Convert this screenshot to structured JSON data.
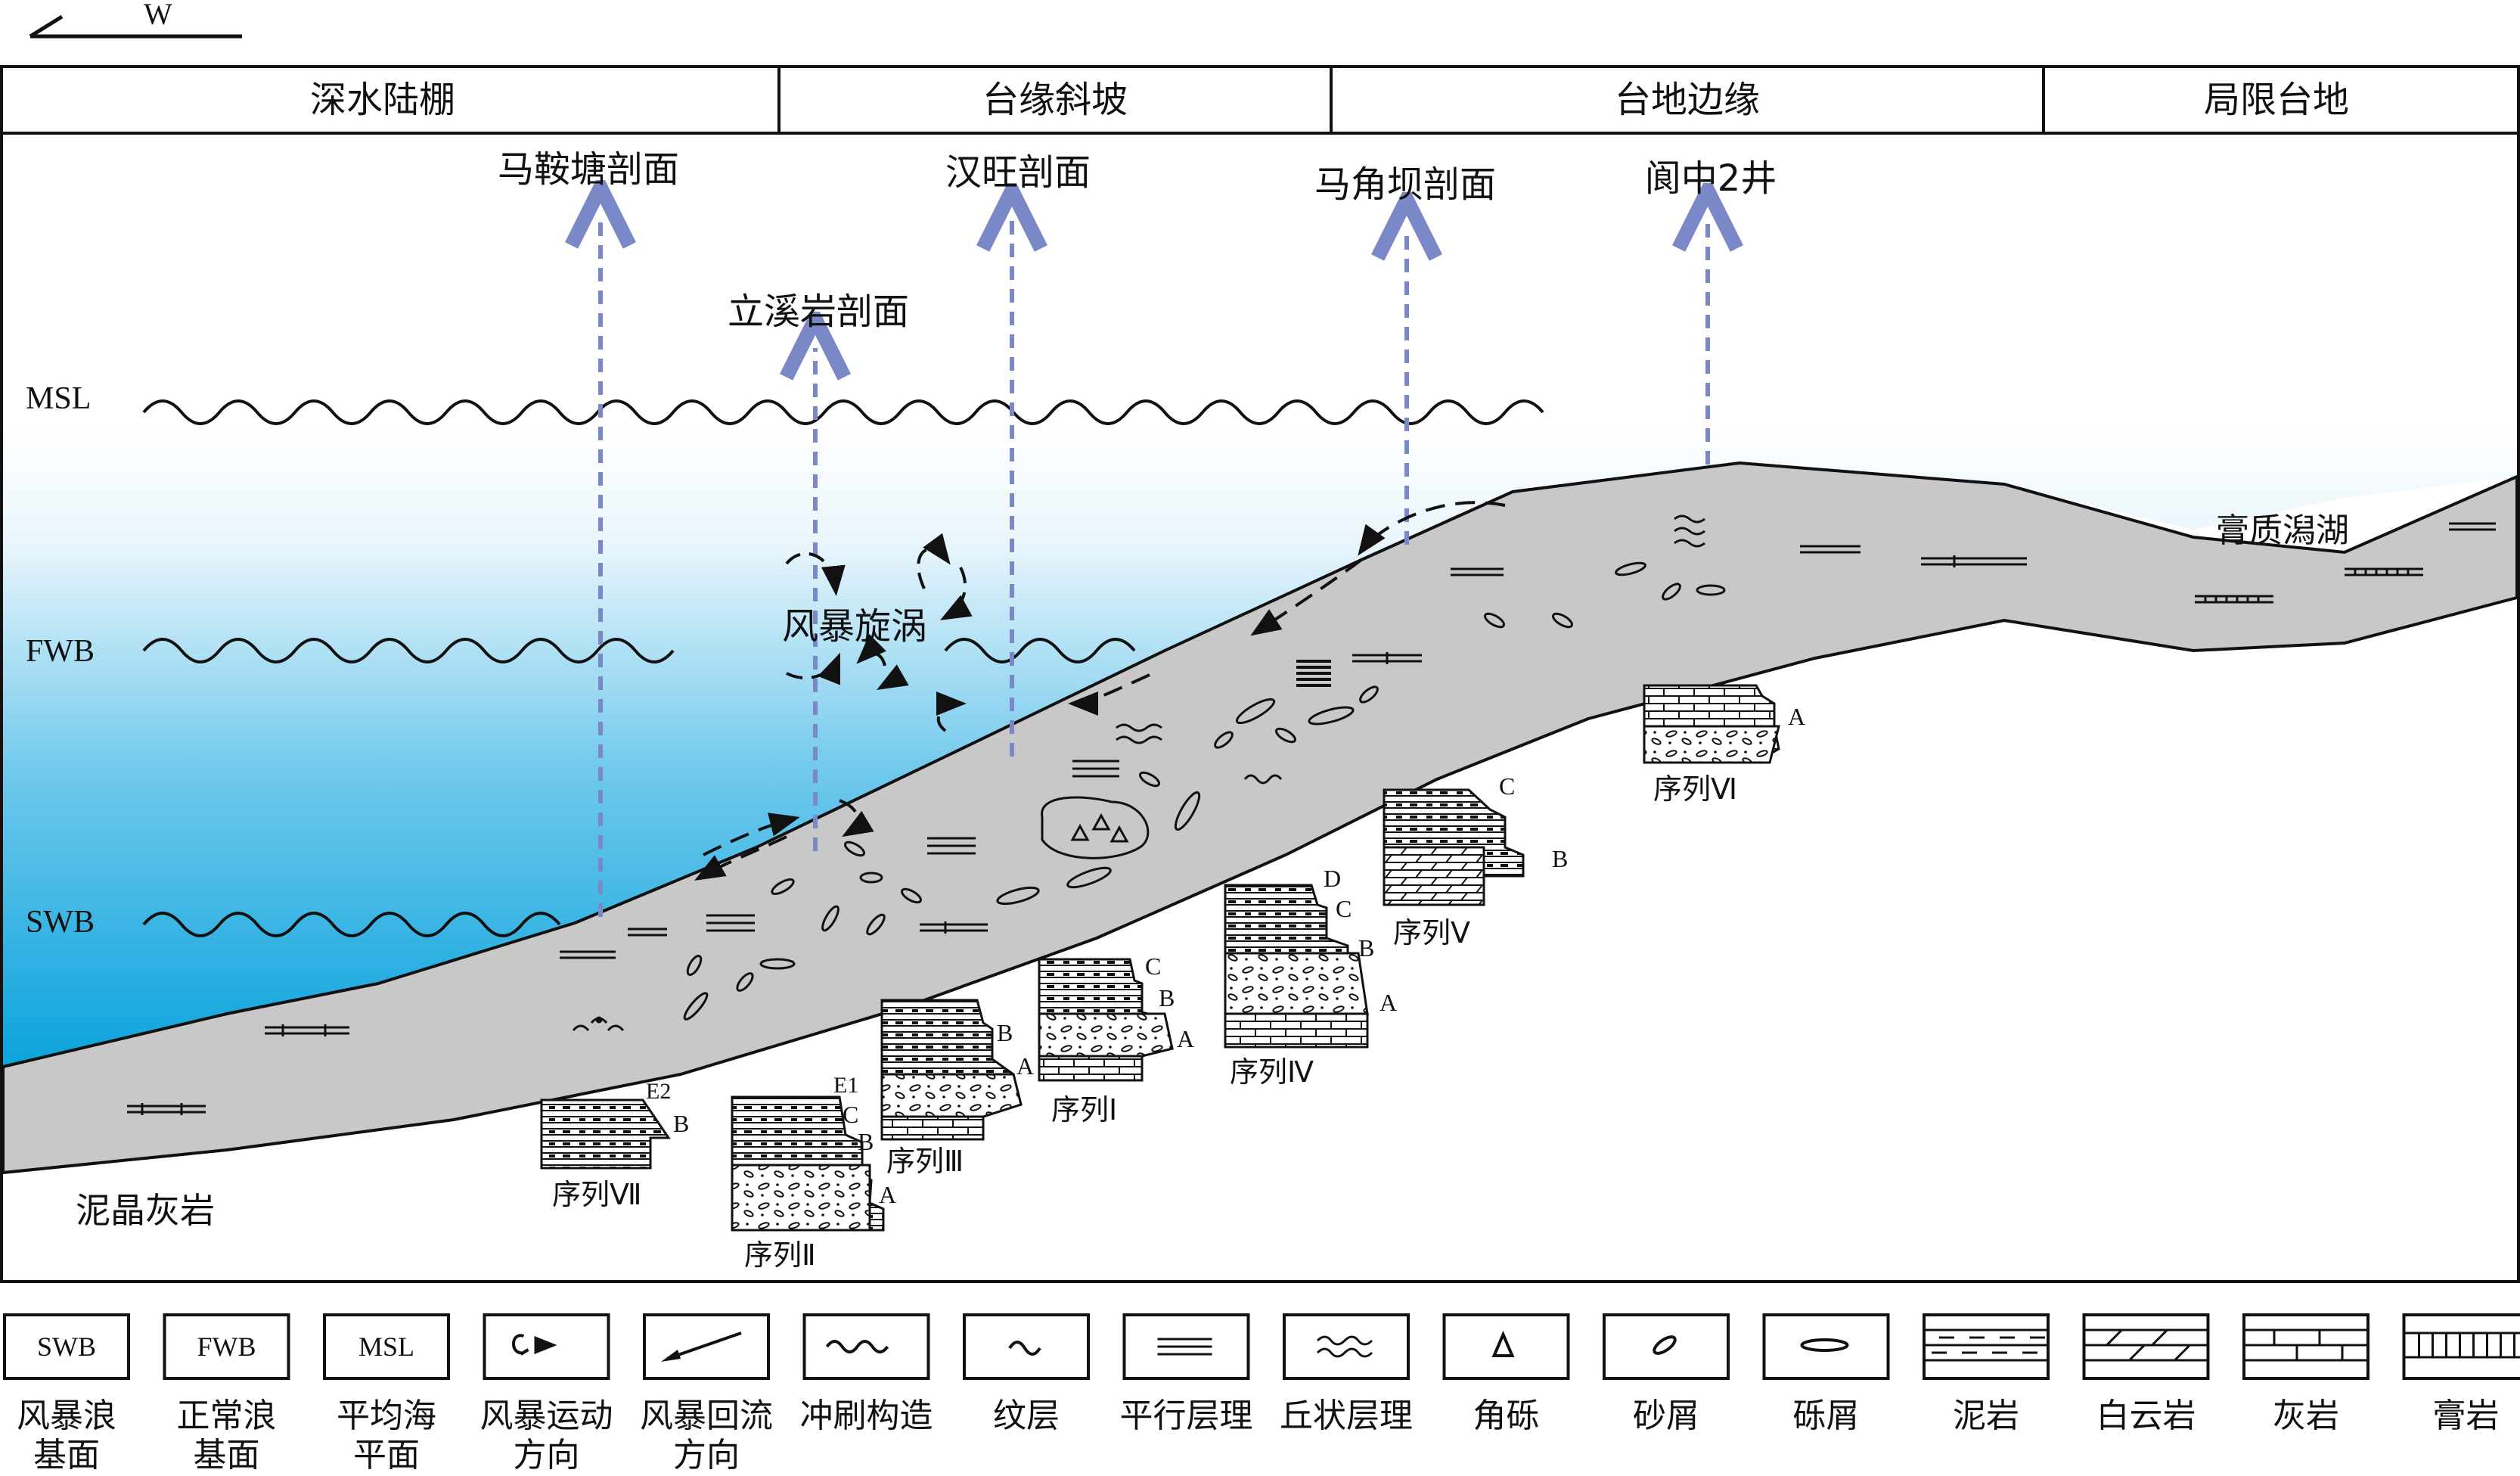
{
  "compass": {
    "label": "W"
  },
  "zones": [
    {
      "label": "深水陆棚"
    },
    {
      "label": "台缘斜坡"
    },
    {
      "label": "台地边缘"
    },
    {
      "label": "局限台地"
    }
  ],
  "sections": [
    {
      "label": "马鞍塘剖面"
    },
    {
      "label": "立溪岩剖面"
    },
    {
      "label": "汉旺剖面"
    },
    {
      "label": "马角坝剖面"
    },
    {
      "label": "阆中2井"
    }
  ],
  "levels": {
    "msl": "MSL",
    "fwb": "FWB",
    "swb": "SWB"
  },
  "annotations": {
    "storm_vortex": "风暴旋涡",
    "lagoon": "膏质潟湖",
    "mudstone": "泥晶灰岩"
  },
  "sequences": [
    {
      "label": "序列Ⅶ",
      "units": [
        "E2",
        "B"
      ]
    },
    {
      "label": "序列Ⅱ",
      "units": [
        "E1",
        "C",
        "B",
        "A"
      ]
    },
    {
      "label": "序列Ⅲ",
      "units": [
        "B",
        "A"
      ]
    },
    {
      "label": "序列Ⅰ",
      "units": [
        "C",
        "B",
        "A"
      ]
    },
    {
      "label": "序列Ⅳ",
      "units": [
        "D",
        "C",
        "B",
        "A"
      ]
    },
    {
      "label": "序列Ⅴ",
      "units": [
        "C",
        "B"
      ]
    },
    {
      "label": "序列Ⅵ",
      "units": [
        "A"
      ]
    }
  ],
  "legend": [
    {
      "symbol": "SWB",
      "label1": "风暴浪",
      "label2": "基面"
    },
    {
      "symbol": "FWB",
      "label1": "正常浪",
      "label2": "基面"
    },
    {
      "symbol": "MSL",
      "label1": "平均海",
      "label2": "平面"
    },
    {
      "symbol": "",
      "label1": "风暴运动",
      "label2": "方向"
    },
    {
      "symbol": "",
      "label1": "风暴回流",
      "label2": "方向"
    },
    {
      "symbol": "",
      "label1": "冲刷构造",
      "label2": ""
    },
    {
      "symbol": "",
      "label1": "纹层",
      "label2": ""
    },
    {
      "symbol": "",
      "label1": "平行层理",
      "label2": ""
    },
    {
      "symbol": "",
      "label1": "丘状层理",
      "label2": ""
    },
    {
      "symbol": "",
      "label1": "角砾",
      "label2": ""
    },
    {
      "symbol": "",
      "label1": "砂屑",
      "label2": ""
    },
    {
      "symbol": "",
      "label1": "砾屑",
      "label2": ""
    },
    {
      "symbol": "",
      "label1": "泥岩",
      "label2": ""
    },
    {
      "symbol": "",
      "label1": "白云岩",
      "label2": ""
    },
    {
      "symbol": "",
      "label1": "灰岩",
      "label2": ""
    },
    {
      "symbol": "",
      "label1": "膏岩",
      "label2": ""
    }
  ],
  "colors": {
    "water_top": "#ffffff",
    "water_bottom": "#0aa6de",
    "sediment": "#c8c8c8",
    "arrow_dashed": "#7b88c8",
    "line": "#111111"
  }
}
